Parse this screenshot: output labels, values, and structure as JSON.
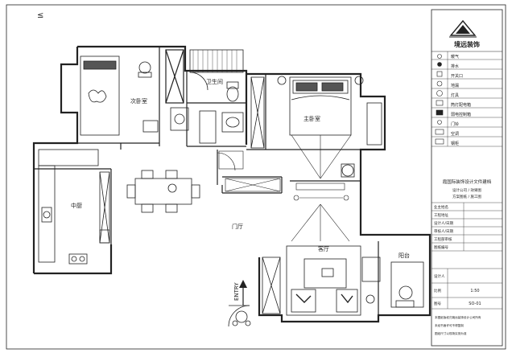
{
  "rooms": {
    "second_bedroom": "次卧室",
    "bathroom": "卫生间",
    "master_bedroom": "主卧室",
    "kitchen": "中厨",
    "hall": "门厅",
    "living": "客厅",
    "balcony": "阳台",
    "entry": "ENTRY"
  },
  "logo": {
    "text": "境远装饰"
  },
  "legend": {
    "items": [
      {
        "label": "暖气"
      },
      {
        "label": "排水"
      },
      {
        "label": "开关口"
      },
      {
        "label": "地漏"
      },
      {
        "label": "灯具"
      },
      {
        "label": "筒灯配电箱"
      },
      {
        "label": "弱电控制箱"
      },
      {
        "label": "门铃"
      },
      {
        "label": "空调"
      },
      {
        "label": "钢柜"
      }
    ]
  },
  "title_block": {
    "project": "霞国际装饰设计文件建档",
    "lines": [
      "设计公司 / 效果图",
      "方案图纸 / 施工图"
    ],
    "rows": [
      {
        "label": "业主姓名",
        "value": ""
      },
      {
        "label": "工程地址",
        "value": ""
      },
      {
        "label": "设计人/日期",
        "value": ""
      },
      {
        "label": "审核人/日期",
        "value": ""
      },
      {
        "label": "工程部审核",
        "value": ""
      },
      {
        "label": "图纸编号",
        "value": ""
      }
    ],
    "designer_label": "设计人",
    "scale_label": "比例",
    "scale_value": "1:50",
    "sheet_label": "图号",
    "sheet_value": "SO-01",
    "notes": [
      "本图纸版权归境远装饰设计公司所有",
      "未经书面许可不得复制",
      "图纸尺寸以现场实测为准"
    ]
  },
  "colors": {
    "line": "#222222",
    "fill": "#ffffff"
  }
}
